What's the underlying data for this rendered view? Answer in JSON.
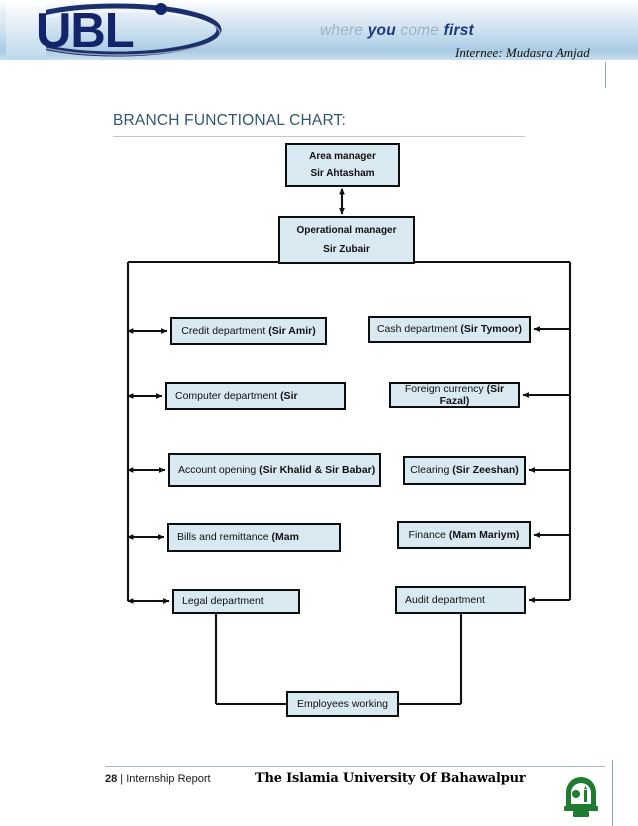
{
  "header": {
    "logo_text": "UBL",
    "logo_alt": "ubl-logo",
    "tagline_pre": "where ",
    "tagline_you": "you",
    "tagline_mid": " come ",
    "tagline_first": "first",
    "internee": "Internee:  Mudasra Amjad"
  },
  "page": {
    "title": "BRANCH FUNCTIONAL CHART:"
  },
  "chart_nodes": {
    "area_manager": {
      "line1": "Area manager",
      "line2": "Sir Ahtasham"
    },
    "operational_manager": {
      "line1": "Operational manager",
      "line2": "Sir Zubair"
    },
    "credit": {
      "plain": "Credit department ",
      "bold": "(Sir Amir)"
    },
    "computer": {
      "plain": "Computer department ",
      "bold": "(Sir"
    },
    "account_opening": {
      "plain": "Account opening ",
      "bold": "(Sir Khalid & Sir Babar)"
    },
    "bills": {
      "plain": "Bills and remittance ",
      "bold": "(Mam"
    },
    "legal": {
      "plain": "Legal department",
      "bold": ""
    },
    "cash": {
      "plain": "Cash department ",
      "bold": "(Sir Tymoor)"
    },
    "foreign_currency": {
      "plain": "Foreign currency ",
      "bold": "(Sir Fazal)"
    },
    "clearing": {
      "plain": "Clearing ",
      "bold": "(Sir Zeeshan)"
    },
    "finance": {
      "plain": "Finance ",
      "bold": "(Mam Mariym)"
    },
    "audit": {
      "plain": "Audit department",
      "bold": ""
    },
    "employees": {
      "plain": "Employees working",
      "bold": ""
    }
  },
  "footer": {
    "page_number": "28",
    "separator": " | ",
    "report_label": "Internship Report",
    "university": "The Islamia University Of Bahawalpur"
  },
  "colors": {
    "node_fill": "#d9e9f2",
    "node_border": "#0d0d0d",
    "title_text": "#31576e",
    "logo_navy": "#1b2f6b",
    "crest_green": "#1f7a32"
  }
}
